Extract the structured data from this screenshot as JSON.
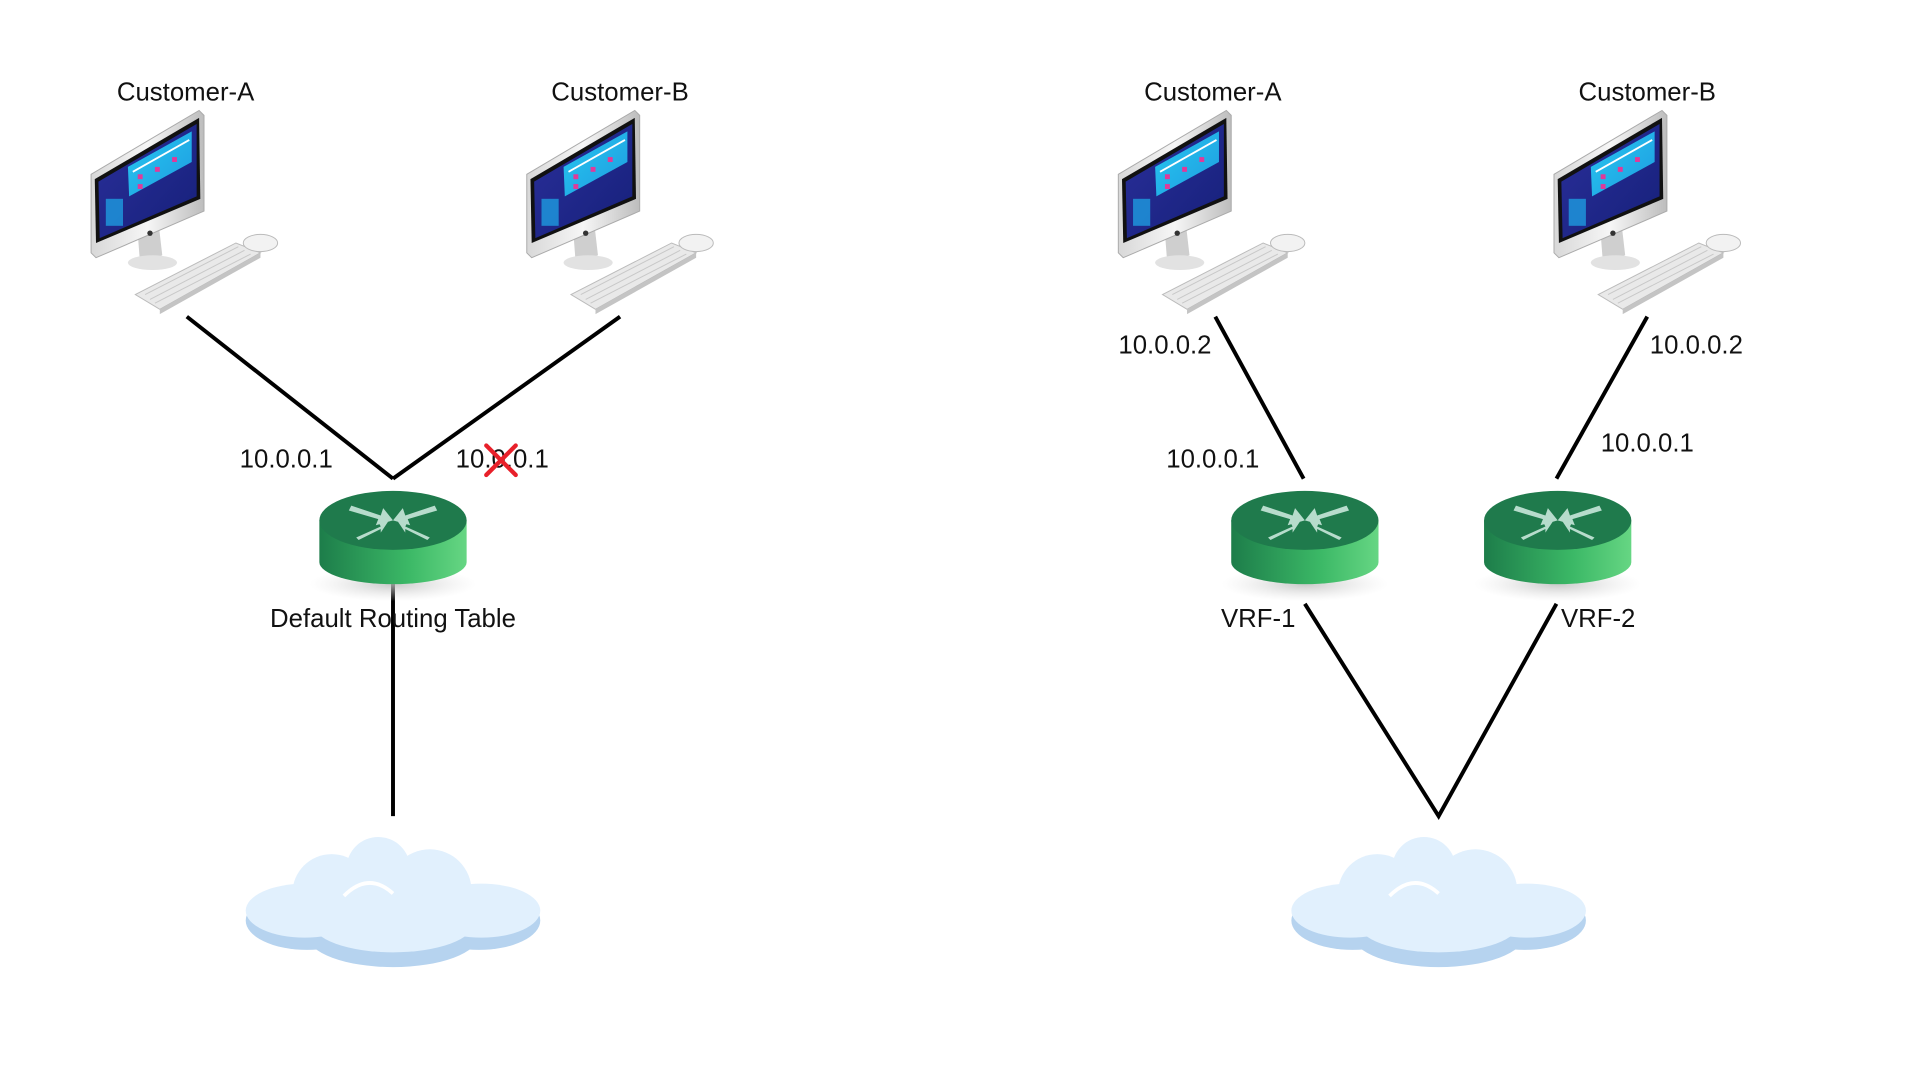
{
  "left": {
    "customer_a": {
      "label": "Customer-A"
    },
    "customer_b": {
      "label": "Customer-B"
    },
    "ip_a": "10.0.0.1",
    "ip_b": "10.0.0.1",
    "ip_b_conflict_icon": "red-x-icon",
    "router": {
      "label": "Default Routing Table",
      "icon": "router-icon"
    },
    "cloud": {
      "icon": "cloud-icon"
    }
  },
  "right": {
    "customer_a": {
      "label": "Customer-A",
      "ip": "10.0.0.2"
    },
    "customer_b": {
      "label": "Customer-B",
      "ip": "10.0.0.2"
    },
    "vrf1": {
      "label": "VRF-1",
      "ip": "10.0.0.1",
      "icon": "router-icon"
    },
    "vrf2": {
      "label": "VRF-2",
      "ip": "10.0.0.1",
      "icon": "router-icon"
    },
    "cloud": {
      "icon": "cloud-icon"
    }
  },
  "colors": {
    "router_green": "#1f7a4c",
    "cross_red": "#e8202a",
    "cloud_blue": "#e1f0fd"
  }
}
